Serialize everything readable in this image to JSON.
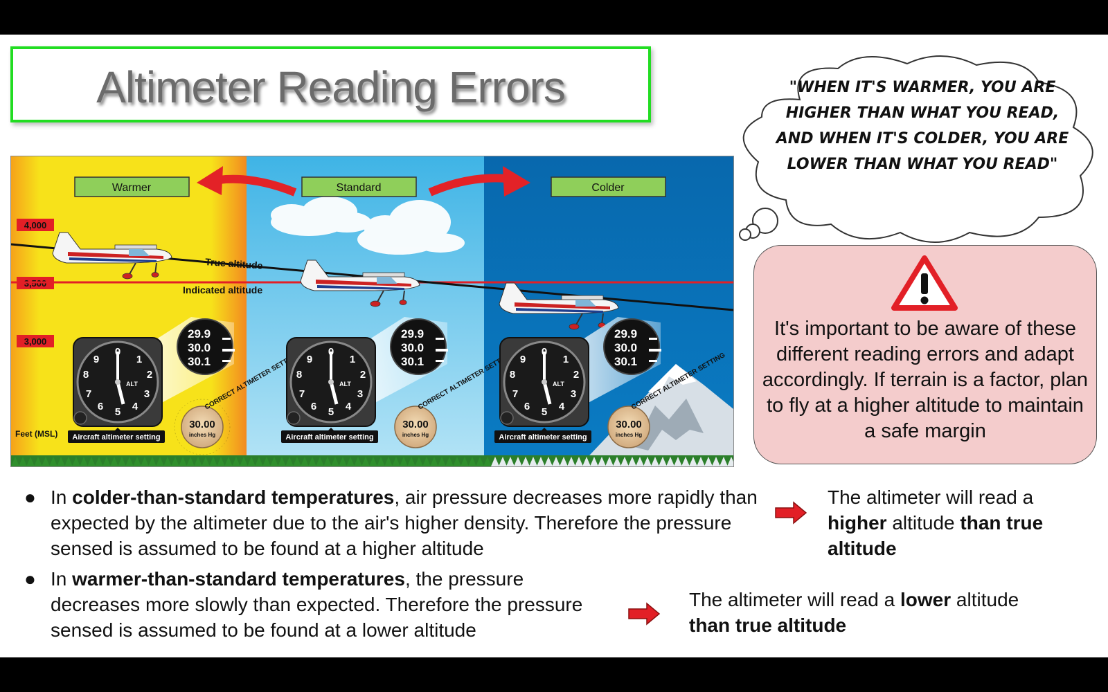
{
  "title": "Altimeter Reading Errors",
  "figure": {
    "panels": {
      "warmer": "Warmer",
      "standard": "Standard",
      "colder": "Colder"
    },
    "altitudes": [
      "4,000",
      "3,500",
      "3,000"
    ],
    "feet_label": "Feet (MSL)",
    "true_altitude": "True altitude",
    "indicated_altitude": "Indicated altitude",
    "setting_caption": "Aircraft altimeter setting",
    "kollsman": [
      "29.9",
      "30.0",
      "30.1"
    ],
    "setting_value": "30.00",
    "setting_unit": "inches Hg",
    "ring_text": "CORRECT ALTIMETER SETTING",
    "alt_label": "ALT",
    "colors": {
      "warmer": "#f5e20a",
      "standard": "#5fc4ea",
      "colder": "#0a72b8",
      "label_bg": "#8fcf5a",
      "altitude_tag": "#e21f26",
      "arrow": "#e32227"
    }
  },
  "thought_bubble": "\"When it's warmer, you are higher than what you read, and when it's colder, you are lower than what you read\"",
  "warning": {
    "icon": "warning-triangle-icon",
    "text": "It's important to be aware of these different reading errors and adapt accordingly. If terrain is a factor, plan to fly at a higher altitude to maintain a safe margin"
  },
  "bullets": [
    {
      "prefix": "In ",
      "bold": "colder-than-standard temperatures",
      "rest": ", air pressure decreases more rapidly than expected by the altimeter due to the air's higher density. Therefore the pressure sensed is assumed to be found at a higher altitude"
    },
    {
      "prefix": "In ",
      "bold": "warmer-than-standard temperatures",
      "rest": ", the pressure decreases more slowly than expected. Therefore the pressure sensed is assumed to be found at a lower altitude"
    }
  ],
  "results": [
    {
      "a": "The altimeter will read a ",
      "b": "higher",
      "c": " altitude ",
      "d": "than true altitude"
    },
    {
      "a": "The altimeter will read a ",
      "b": "lower",
      "c": " altitude ",
      "d": "than true altitude"
    }
  ],
  "bullet_symbol": "●"
}
